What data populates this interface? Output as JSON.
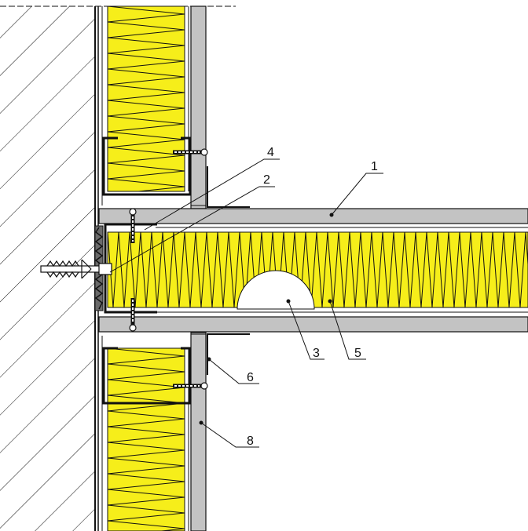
{
  "colors": {
    "insulation": "#f6ee1a",
    "board": "#c3c3c3",
    "line": "#111111",
    "background": "#ffffff"
  },
  "callouts": {
    "c1": "1",
    "c2": "2",
    "c3": "3",
    "c4": "4",
    "c5": "5",
    "c6": "6",
    "c8": "8"
  }
}
